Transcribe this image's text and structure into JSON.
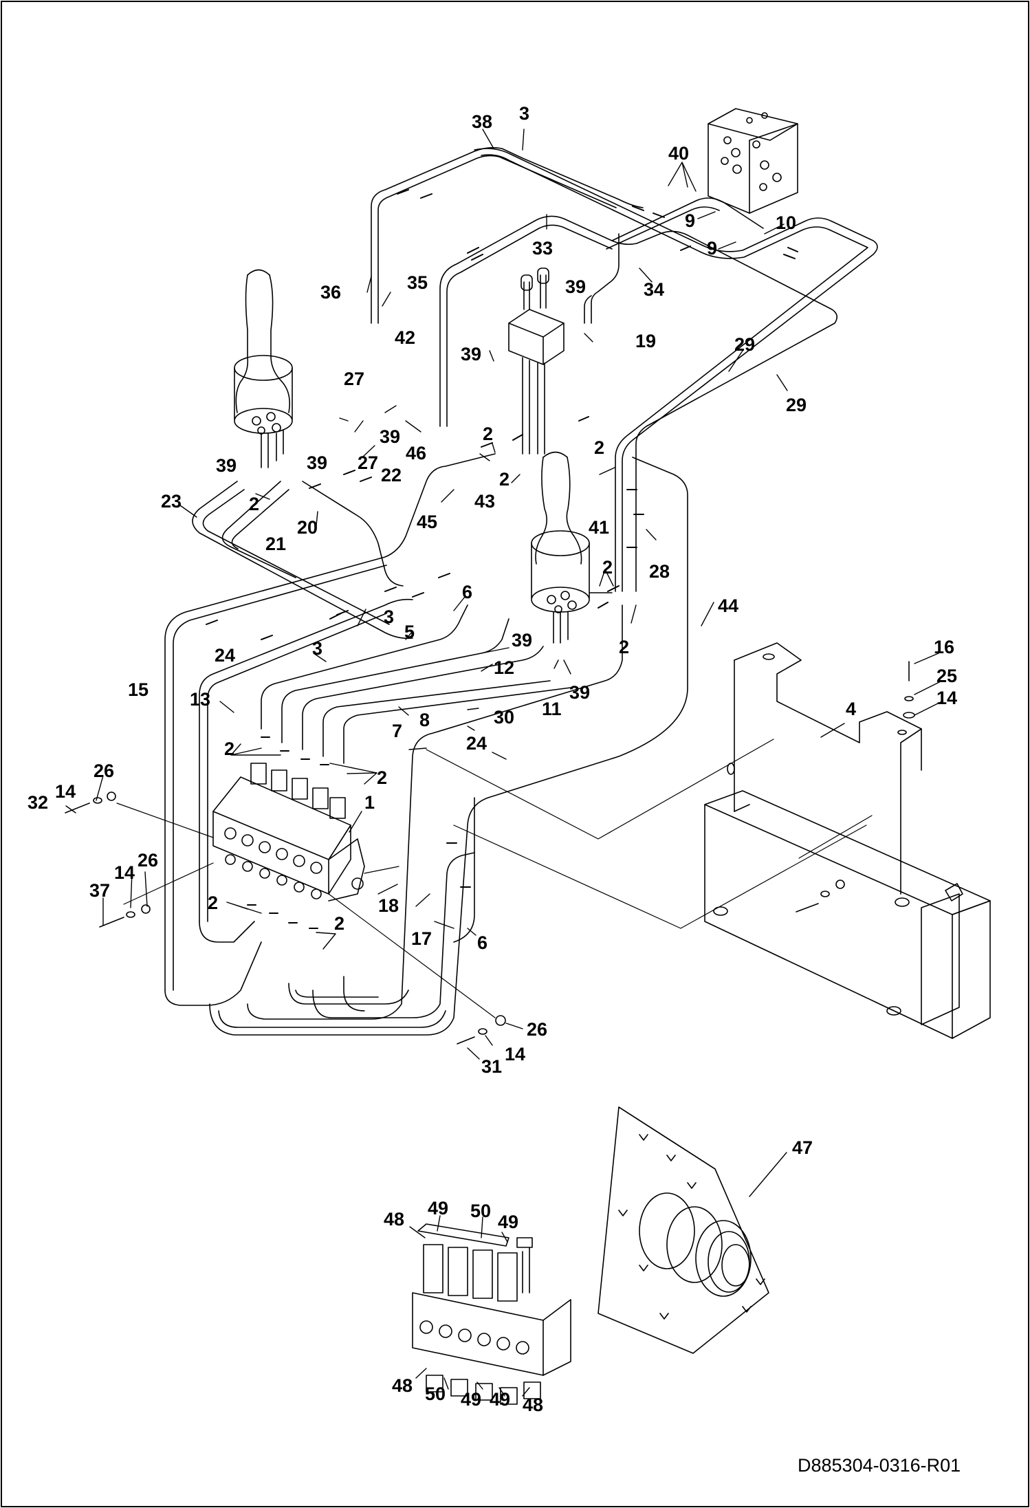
{
  "drawing_code": "D885304-0316-R01",
  "callouts": [
    {
      "id": "c38",
      "label": "38"
    },
    {
      "id": "c3a",
      "label": "3"
    },
    {
      "id": "c40",
      "label": "40"
    },
    {
      "id": "c9a",
      "label": "9"
    },
    {
      "id": "c10",
      "label": "10"
    },
    {
      "id": "c9b",
      "label": "9"
    },
    {
      "id": "c33",
      "label": "33"
    },
    {
      "id": "c34",
      "label": "34"
    },
    {
      "id": "c36",
      "label": "36"
    },
    {
      "id": "c35",
      "label": "35"
    },
    {
      "id": "c42",
      "label": "42"
    },
    {
      "id": "c39a",
      "label": "39"
    },
    {
      "id": "c19",
      "label": "19"
    },
    {
      "id": "c29a",
      "label": "29"
    },
    {
      "id": "c29b",
      "label": "29"
    },
    {
      "id": "c39b",
      "label": "39"
    },
    {
      "id": "c27a",
      "label": "27"
    },
    {
      "id": "c39c",
      "label": "39"
    },
    {
      "id": "c2a",
      "label": "2"
    },
    {
      "id": "c2b",
      "label": "2"
    },
    {
      "id": "c27b",
      "label": "27"
    },
    {
      "id": "c46",
      "label": "46"
    },
    {
      "id": "c39d",
      "label": "39"
    },
    {
      "id": "c39e",
      "label": "39"
    },
    {
      "id": "c22",
      "label": "22"
    },
    {
      "id": "c2c",
      "label": "2"
    },
    {
      "id": "c23",
      "label": "23"
    },
    {
      "id": "c2d",
      "label": "2"
    },
    {
      "id": "c20",
      "label": "20"
    },
    {
      "id": "c21",
      "label": "21"
    },
    {
      "id": "c43",
      "label": "43"
    },
    {
      "id": "c45",
      "label": "45"
    },
    {
      "id": "c41",
      "label": "41"
    },
    {
      "id": "c28",
      "label": "28"
    },
    {
      "id": "c2e",
      "label": "2"
    },
    {
      "id": "c6a",
      "label": "6"
    },
    {
      "id": "c44",
      "label": "44"
    },
    {
      "id": "c3b",
      "label": "3"
    },
    {
      "id": "c5",
      "label": "5"
    },
    {
      "id": "c39f",
      "label": "39"
    },
    {
      "id": "c2f",
      "label": "2"
    },
    {
      "id": "c16",
      "label": "16"
    },
    {
      "id": "c24a",
      "label": "24"
    },
    {
      "id": "c3c",
      "label": "3"
    },
    {
      "id": "c12",
      "label": "12"
    },
    {
      "id": "c39g",
      "label": "39"
    },
    {
      "id": "c25",
      "label": "25"
    },
    {
      "id": "c15",
      "label": "15"
    },
    {
      "id": "c13",
      "label": "13"
    },
    {
      "id": "c11",
      "label": "11"
    },
    {
      "id": "c14a",
      "label": "14"
    },
    {
      "id": "c4",
      "label": "4"
    },
    {
      "id": "c8",
      "label": "8"
    },
    {
      "id": "c30",
      "label": "30"
    },
    {
      "id": "c7",
      "label": "7"
    },
    {
      "id": "c24b",
      "label": "24"
    },
    {
      "id": "c2g",
      "label": "2"
    },
    {
      "id": "c2h",
      "label": "2"
    },
    {
      "id": "c26a",
      "label": "26"
    },
    {
      "id": "c14b",
      "label": "14"
    },
    {
      "id": "c32",
      "label": "32"
    },
    {
      "id": "c1",
      "label": "1"
    },
    {
      "id": "c14c",
      "label": "14"
    },
    {
      "id": "c26b",
      "label": "26"
    },
    {
      "id": "c37",
      "label": "37"
    },
    {
      "id": "c18",
      "label": "18"
    },
    {
      "id": "c2i",
      "label": "2"
    },
    {
      "id": "c2j",
      "label": "2"
    },
    {
      "id": "c17",
      "label": "17"
    },
    {
      "id": "c6b",
      "label": "6"
    },
    {
      "id": "c26c",
      "label": "26"
    },
    {
      "id": "c14d",
      "label": "14"
    },
    {
      "id": "c31",
      "label": "31"
    },
    {
      "id": "c47",
      "label": "47"
    },
    {
      "id": "c48a",
      "label": "48"
    },
    {
      "id": "c49a",
      "label": "49"
    },
    {
      "id": "c50a",
      "label": "50"
    },
    {
      "id": "c49b",
      "label": "49"
    },
    {
      "id": "c48b",
      "label": "48"
    },
    {
      "id": "c50b",
      "label": "50"
    },
    {
      "id": "c49c",
      "label": "49"
    },
    {
      "id": "c49d",
      "label": "49"
    },
    {
      "id": "c48c",
      "label": "48"
    }
  ]
}
